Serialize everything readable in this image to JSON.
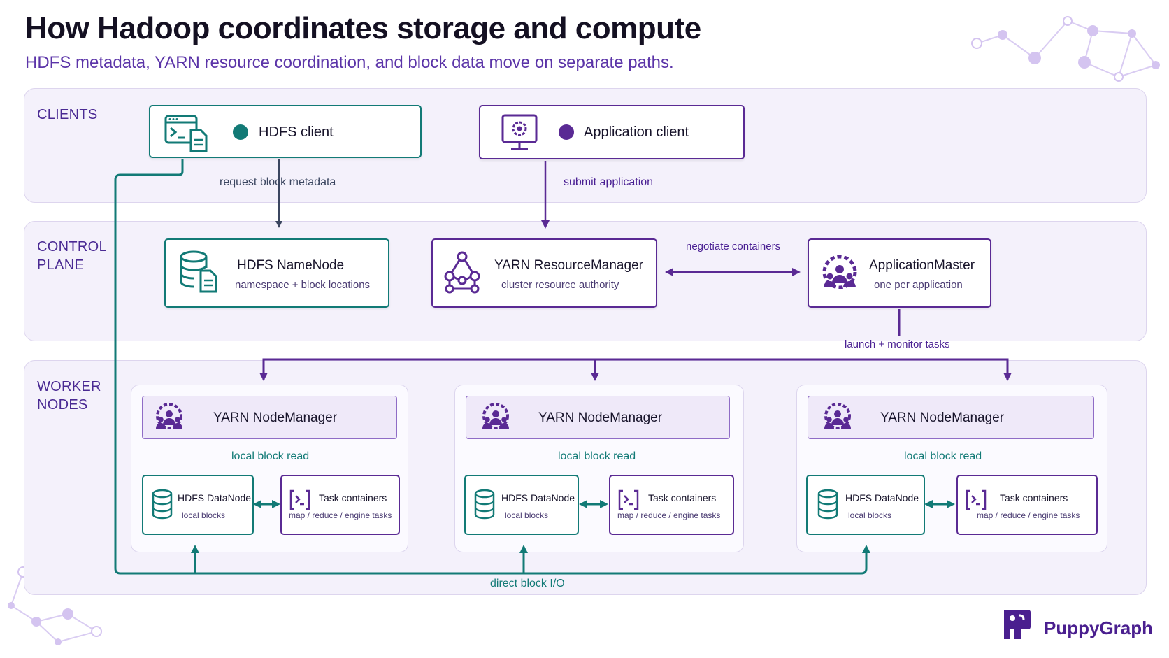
{
  "title": "How Hadoop coordinates storage and compute",
  "subtitle": "HDFS metadata, YARN resource coordination, and block data move on separate paths.",
  "bands": {
    "clients": "CLIENTS",
    "control_line1": "CONTROL",
    "control_line2": "PLANE",
    "workers_line1": "WORKER",
    "workers_line2": "NODES"
  },
  "clients": {
    "hdfs_client": {
      "label": "HDFS client",
      "icon": "terminal-doc-icon"
    },
    "app_client": {
      "label": "Application client",
      "icon": "monitor-gear-icon"
    }
  },
  "control": {
    "namenode": {
      "title": "HDFS NameNode",
      "sub": "namespace + block locations",
      "icon": "database-doc-icon"
    },
    "resourcemanager": {
      "title": "YARN ResourceManager",
      "sub": "cluster resource authority",
      "icon": "network-graph-icon"
    },
    "appmaster": {
      "title": "ApplicationMaster",
      "sub": "one per application",
      "icon": "gear-people-icon"
    }
  },
  "workers": [
    {
      "nodemanager": "YARN NodeManager",
      "local_read": "local block read",
      "datanode": "HDFS DataNode",
      "datanode_sub": "local blocks",
      "tasks": "Task containers",
      "tasks_sub": "map / reduce / engine tasks"
    },
    {
      "nodemanager": "YARN NodeManager",
      "local_read": "local block read",
      "datanode": "HDFS DataNode",
      "datanode_sub": "local blocks",
      "tasks": "Task containers",
      "tasks_sub": "map / reduce / engine tasks"
    },
    {
      "nodemanager": "YARN NodeManager",
      "local_read": "local block read",
      "datanode": "HDFS DataNode",
      "datanode_sub": "local blocks",
      "tasks": "Task containers",
      "tasks_sub": "map / reduce / engine tasks"
    }
  ],
  "edges": {
    "request_metadata": "request block metadata",
    "submit_application": "submit application",
    "negotiate_containers": "negotiate containers",
    "launch_monitor": "launch + monitor tasks",
    "direct_io": "direct block I/O"
  },
  "brand": "PuppyGraph",
  "colors": {
    "teal": "#127a76",
    "purple": "#5a2a94",
    "slate": "#3b4660",
    "band_bg": "#f4f1fb"
  }
}
